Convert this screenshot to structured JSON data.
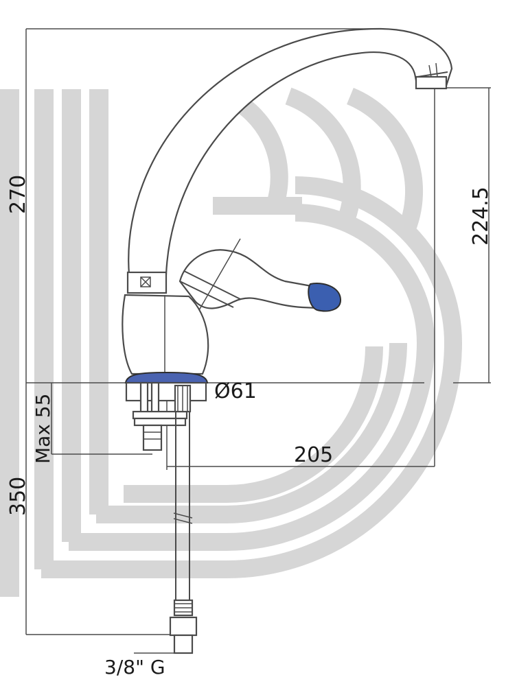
{
  "dimensions": {
    "total_height": "270",
    "spout_height": "224.5",
    "base_diameter": "Ø61",
    "max_thickness": "Max 55",
    "reach": "205",
    "hose_length": "350",
    "thread": "3/8\" G"
  },
  "colors": {
    "line": "#4a4a4a",
    "handle_tip": "#3b5fb0",
    "base_ring": "#4a63b0",
    "watermark": "#d6d6d6"
  }
}
